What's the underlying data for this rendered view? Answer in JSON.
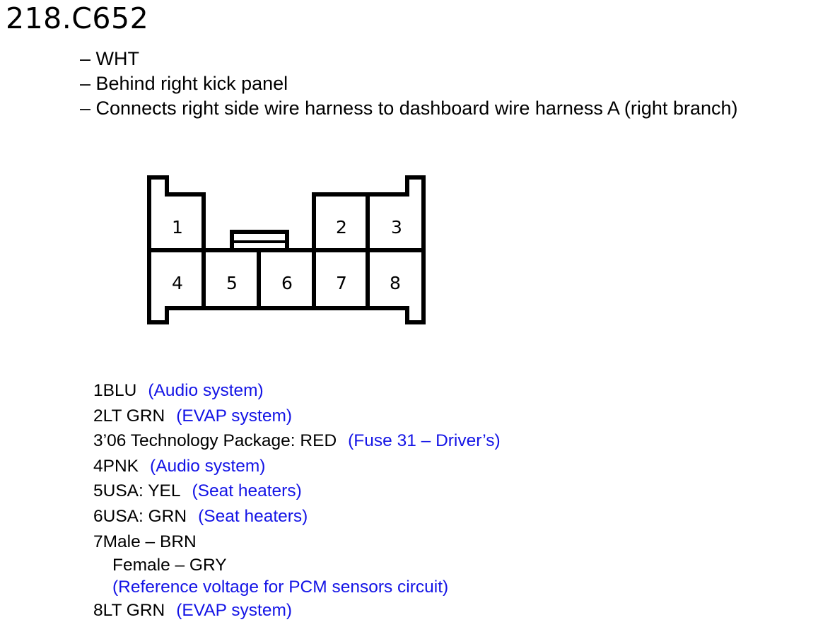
{
  "connector": {
    "id": "218.C652",
    "details": [
      "– WHT",
      "– Behind right kick panel",
      "– Connects right side wire harness to dashboard wire harness A (right branch)"
    ],
    "cavities": [
      "1",
      "2",
      "3",
      "4",
      "5",
      "6",
      "7",
      "8"
    ]
  },
  "pins": [
    {
      "num": "1",
      "wire": "BLU",
      "desc": "(Audio system)"
    },
    {
      "num": "2",
      "wire": "LT GRN",
      "desc": "(EVAP system)"
    },
    {
      "num": "3",
      "wire": "’06 Technology Package: RED",
      "desc": "(Fuse 31 – Driver’s)"
    },
    {
      "num": "4",
      "wire": "PNK",
      "desc": "(Audio system)"
    },
    {
      "num": "5",
      "wire": "USA: YEL",
      "desc": "(Seat heaters)"
    },
    {
      "num": "6",
      "wire": "USA: GRN",
      "desc": "(Seat heaters)"
    },
    {
      "num": "7",
      "wire": "Male – BRN",
      "wire_line2": "Female – GRY",
      "desc": "(Reference voltage for PCM sensors circuit)"
    },
    {
      "num": "8",
      "wire": "LT GRN",
      "desc": "(EVAP system)"
    }
  ],
  "colors": {
    "text": "#000000",
    "description": "#1414e6",
    "outline": "#000000"
  }
}
